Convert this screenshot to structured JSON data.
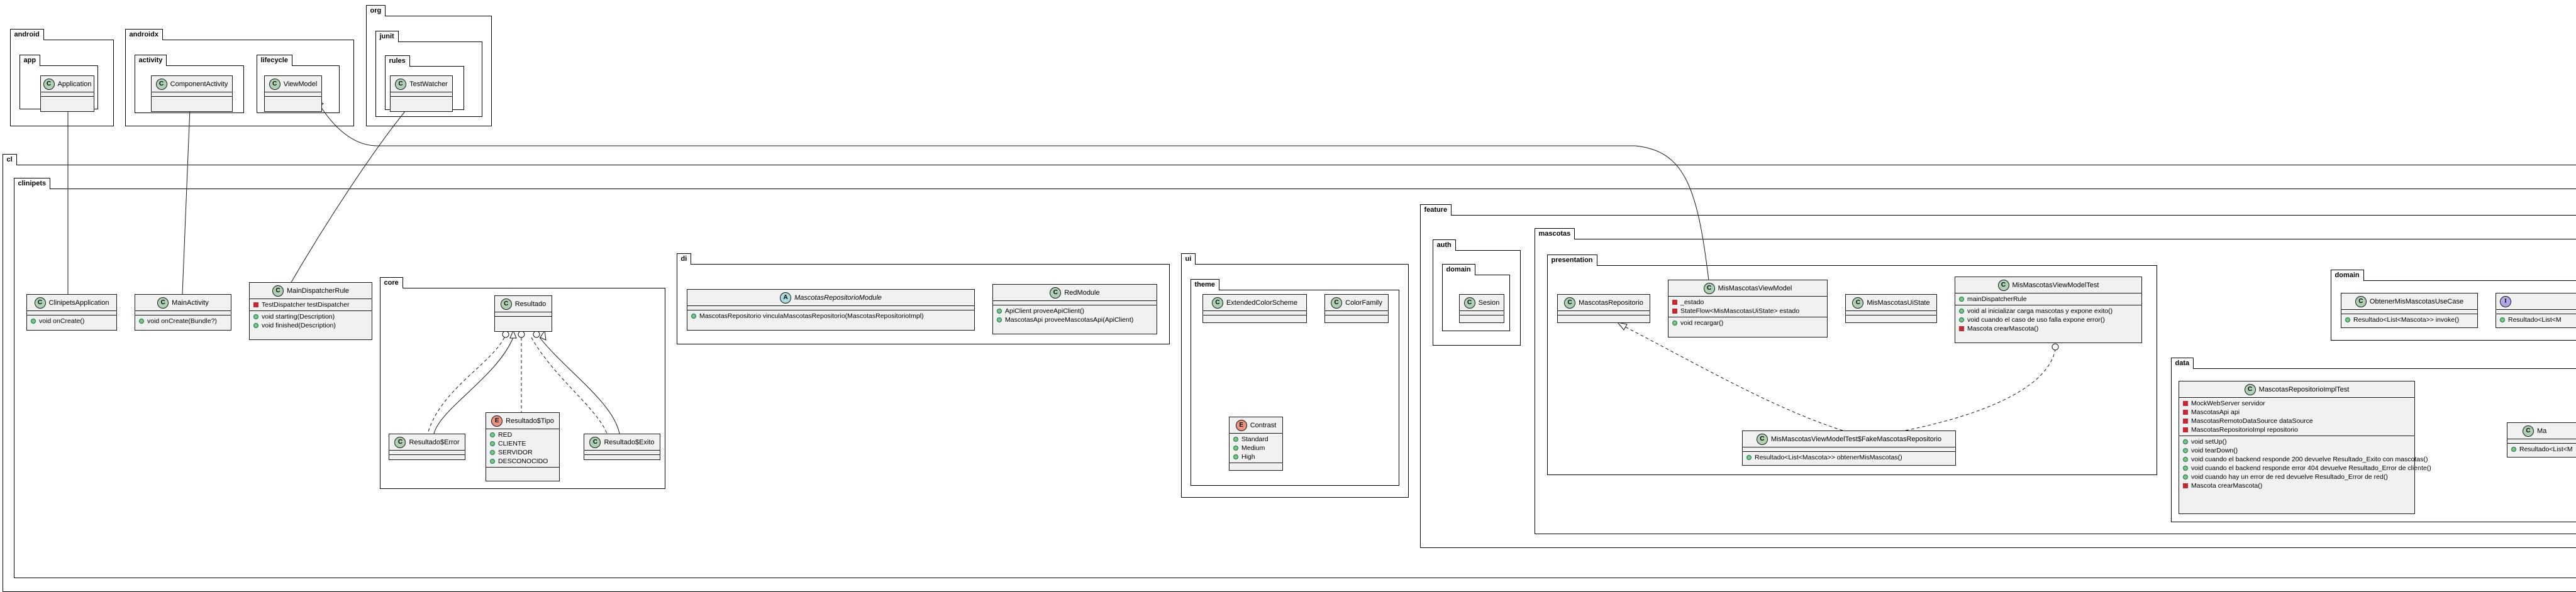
{
  "packages": {
    "android": "android",
    "app": "app",
    "androidx": "androidx",
    "activity": "activity",
    "lifecycle": "lifecycle",
    "org": "org",
    "junit": "junit",
    "rules": "rules",
    "cl": "cl",
    "clinipets": "clinipets",
    "core": "core",
    "di": "di",
    "ui": "ui",
    "theme": "theme",
    "feature": "feature",
    "mascotas": "mascotas",
    "auth": "auth",
    "auth_domain": "domain",
    "presentation": "presentation",
    "domain": "domain",
    "data": "data"
  },
  "classes": {
    "application": {
      "name": "Application",
      "badge": "C"
    },
    "componentActivity": {
      "name": "ComponentActivity",
      "badge": "C"
    },
    "viewModel": {
      "name": "ViewModel",
      "badge": "C"
    },
    "testWatcher": {
      "name": "TestWatcher",
      "badge": "C"
    },
    "clinipetsApplication": {
      "name": "ClinipetsApplication",
      "badge": "C",
      "methods": [
        "void onCreate()"
      ]
    },
    "mainActivity": {
      "name": "MainActivity",
      "badge": "C",
      "methods": [
        "void onCreate(Bundle?)"
      ]
    },
    "mainDispatcherRule": {
      "name": "MainDispatcherRule",
      "badge": "C",
      "fields": [
        "TestDispatcher testDispatcher"
      ],
      "methods": [
        "void starting(Description)",
        "void finished(Description)"
      ]
    },
    "resultado": {
      "name": "Resultado",
      "badge": "C"
    },
    "resultadoError": {
      "name": "Resultado$Error",
      "badge": "C"
    },
    "resultadoTipo": {
      "name": "Resultado$Tipo",
      "badge": "E",
      "fields": [
        "RED",
        "CLIENTE",
        "SERVIDOR",
        "DESCONOCIDO"
      ]
    },
    "resultadoExito": {
      "name": "Resultado$Exito",
      "badge": "C"
    },
    "mascotasRepositorioModule": {
      "name": "MascotasRepositorioModule",
      "badge": "A",
      "methods": [
        "MascotasRepositorio vinculaMascotasRepositorio(MascotasRepositorioImpl)"
      ]
    },
    "redModule": {
      "name": "RedModule",
      "badge": "C",
      "methods": [
        "ApiClient proveeApiClient()",
        "MascotasApi proveeMascotasApi(ApiClient)"
      ]
    },
    "extendedColorScheme": {
      "name": "ExtendedColorScheme",
      "badge": "C"
    },
    "colorFamily": {
      "name": "ColorFamily",
      "badge": "C"
    },
    "contrast": {
      "name": "Contrast",
      "badge": "E",
      "fields": [
        "Standard",
        "Medium",
        "High"
      ]
    },
    "sesion": {
      "name": "Sesion",
      "badge": "C"
    },
    "mascotasRepositorio": {
      "name": "MascotasRepositorio",
      "badge": "C"
    },
    "misMascotasViewModel": {
      "name": "MisMascotasViewModel",
      "badge": "C",
      "fields": [
        "_estado",
        "StateFlow<MisMascotasUiState> estado"
      ],
      "methods": [
        "void recargar()"
      ]
    },
    "misMascotasUiState": {
      "name": "MisMascotasUiState",
      "badge": "C"
    },
    "misMascotasViewModelTest": {
      "name": "MisMascotasViewModelTest",
      "badge": "C",
      "fields": [
        "mainDispatcherRule"
      ],
      "methods": [
        "void al inicializar carga mascotas y expone exito()",
        "void cuando el caso de uso falla expone error()",
        "Mascota crearMascota()"
      ]
    },
    "fakeRepo": {
      "name": "MisMascotasViewModelTest$FakeMascotasRepositorio",
      "badge": "C",
      "methods": [
        "Resultado<List<Mascota>> obtenerMisMascotas()"
      ]
    },
    "obtenerUseCase": {
      "name": "ObtenerMisMascotasUseCase",
      "badge": "C",
      "methods": [
        "Resultado<List<Mascota>> invoke()"
      ]
    },
    "domainInterface": {
      "name": "",
      "badge": "I",
      "methods": [
        "Resultado<List<M"
      ]
    },
    "repoImplTest": {
      "name": "MascotasRepositorioImplTest",
      "badge": "C",
      "fields": [
        "MockWebServer servidor",
        "MascotasApi api",
        "MascotasRemotoDataSource dataSource",
        "MascotasRepositorioImpl repositorio"
      ],
      "methods": [
        "void setUp()",
        "void tearDown()",
        "void cuando el backend responde 200 devuelve Resultado_Exito con mascotas()",
        "void cuando el backend responde error 404 devuelve Resultado_Error de cliente()",
        "void cuando hay un error de red devuelve Resultado_Error de red()",
        "Mascota crearMascota()"
      ]
    },
    "dataPartial": {
      "name": "Ma",
      "badge": "C",
      "methods": [
        "Resultado<List<M"
      ]
    }
  },
  "colors": {
    "class_bg": "#f1f1f1",
    "class_badge": "#add1b2",
    "abstract_badge": "#a9dcdf",
    "enum_badge": "#eb937f",
    "interface_badge": "#b4a7e5",
    "public_dot": "#84be84",
    "private_square": "#c82930",
    "protected_diamond": "#ffff44"
  }
}
